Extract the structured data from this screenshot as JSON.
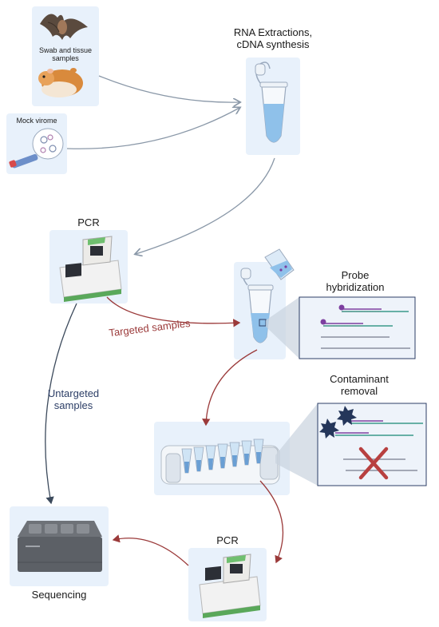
{
  "samples": {
    "swab_label": "Swab and tissue samples",
    "mock_label": "Mock virome"
  },
  "steps": {
    "rna_label": "RNA Extractions, cDNA synthesis",
    "pcr1_label": "PCR",
    "probe_label": "Probe hybridization",
    "contaminant_label": "Contaminant removal",
    "pcr2_label": "PCR",
    "sequencing_label": "Sequencing"
  },
  "paths": {
    "targeted_label": "Targeted samples",
    "untargeted_label": "Untargeted samples"
  },
  "colors": {
    "panel_bg": "#e8f1fb",
    "grey_arrow": "#8a98a8",
    "dark_arrow": "#3c4a5c",
    "red_arrow": "#9b3a3a",
    "targeted_text": "#9b3a3a",
    "untargeted_text": "#2c3e66"
  }
}
